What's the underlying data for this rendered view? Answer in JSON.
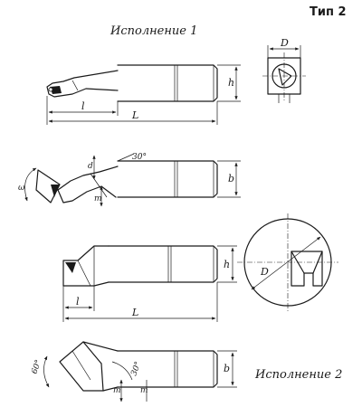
{
  "header": {
    "type_label": "Тип 2",
    "variant1_label": "Исполнение 1",
    "variant2_label": "Исполнение 2"
  },
  "dimensions": {
    "h": "h",
    "b": "b",
    "l": "l",
    "L": "L",
    "D": "D",
    "d": "d",
    "m": "m",
    "alpha": "ω",
    "angle30": "30°",
    "angle60": "60°"
  }
}
